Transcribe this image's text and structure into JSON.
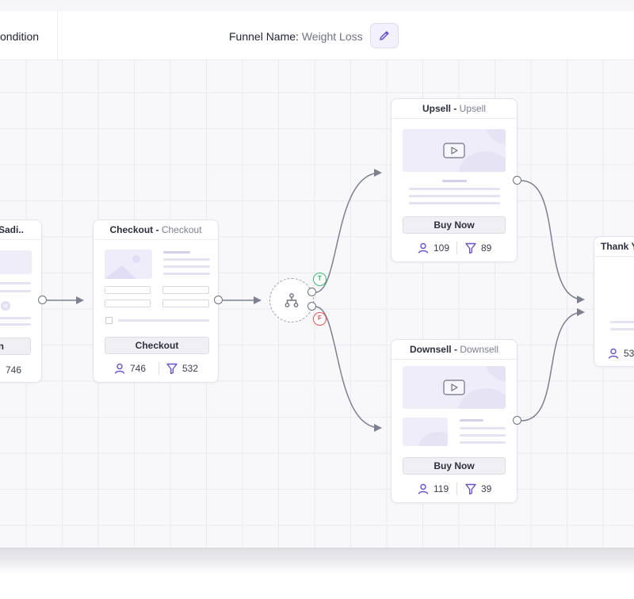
{
  "header": {
    "condition_label": "ondition",
    "funnel_label": "Funnel Name:",
    "funnel_name": "Weight Loss"
  },
  "nodes": {
    "optin": {
      "title": "Sadi..",
      "button": "on",
      "visitors": "746"
    },
    "checkout": {
      "title": "Checkout",
      "subtitle": "Checkout",
      "button": "Checkout",
      "visitors": "746",
      "conversions": "532"
    },
    "upsell": {
      "title": "Upsell",
      "subtitle": "Upsell",
      "button": "Buy Now",
      "visitors": "109",
      "conversions": "89"
    },
    "downsell": {
      "title": "Downsell",
      "subtitle": "Downsell",
      "button": "Buy Now",
      "visitors": "119",
      "conversions": "39"
    },
    "thankyou": {
      "title": "Thank Y",
      "visitors": "53"
    }
  },
  "condition": {
    "true_label": "T",
    "false_label": "F"
  },
  "icons": {
    "edit": "pencil-icon",
    "condition": "branch-icon",
    "visitors": "user-icon",
    "conversions": "funnel-filter-icon",
    "video": "play-icon"
  },
  "colors": {
    "accent": "#6b4fd6",
    "true": "#2fc26b",
    "false": "#ef4f4f",
    "wire": "#7b8191"
  }
}
